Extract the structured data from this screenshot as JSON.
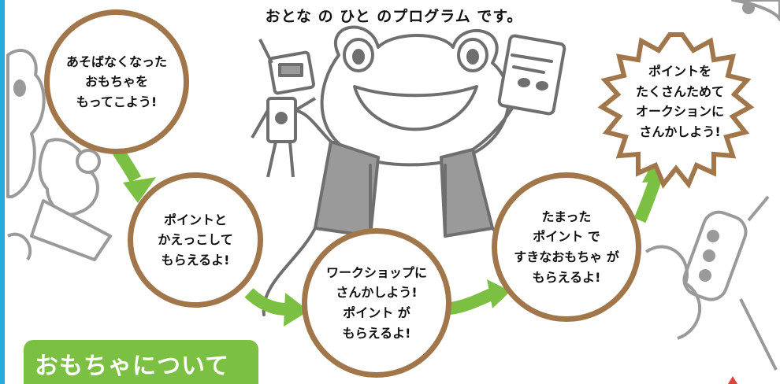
{
  "header": {
    "title": "おとな の ひと のプログラム です。"
  },
  "steps": [
    {
      "text": "あそばなくなった\nおもちゃを\nもってこよう!"
    },
    {
      "text": "ポイントと\nかえっこして\nもらえるよ!"
    },
    {
      "text": "ワークショップに\nさんかしよう!\nポイント が\nもらえるよ!"
    },
    {
      "text": "たまった\nポイント で\nすきなおもちゃ が\nもらえるよ!"
    }
  ],
  "final_step": {
    "text": "ポイントを\nたくさんためて\nオークションに\nさんかしよう!"
  },
  "section": {
    "title": "おもちゃについて"
  },
  "colors": {
    "accent_bar": "#29a9e0",
    "circle_border": "#a0764a",
    "arrow": "#7cc043",
    "star_border": "#a0764a",
    "illustration": "#9a9a9a"
  }
}
